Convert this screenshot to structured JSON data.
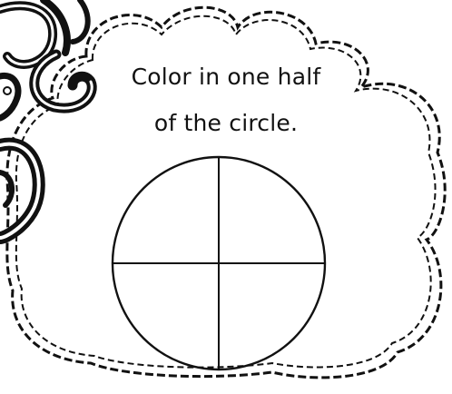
{
  "worksheet": {
    "instruction_line_1": "Color in one half",
    "instruction_line_2": "of the circle."
  },
  "shape": {
    "kind": "circle",
    "equal_parts": 4,
    "stroke_color": "#111111"
  },
  "frame": {
    "style": "dashed-scalloped-cloud",
    "color": "#111111"
  },
  "decoration": {
    "kind": "black-swirl-ornament",
    "color": "#111111"
  }
}
